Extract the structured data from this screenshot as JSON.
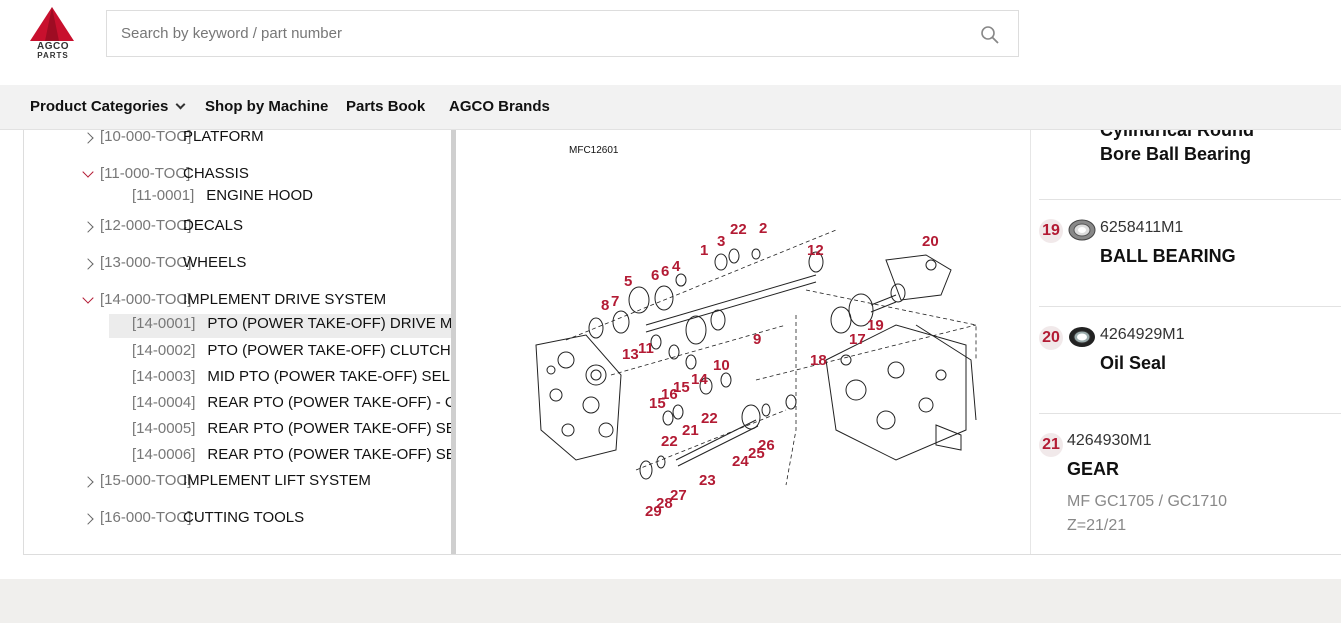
{
  "logo": {
    "line1": "AGCO",
    "line2": "PARTS",
    "color": "#c8102e"
  },
  "search": {
    "placeholder": "Search by keyword / part number"
  },
  "nav": {
    "items": [
      {
        "label": "Product Categories"
      },
      {
        "label": "Shop by Machine"
      },
      {
        "label": "Parts Book"
      },
      {
        "label": "AGCO Brands"
      }
    ]
  },
  "tree": {
    "rows": [
      {
        "code": "[10-000-TOC]",
        "name": "PLATFORM"
      },
      {
        "code": "[11-000-TOC]",
        "name": "CHASSIS"
      },
      {
        "code": "[11-0001]",
        "name": "ENGINE HOOD"
      },
      {
        "code": "[12-000-TOC]",
        "name": "DECALS"
      },
      {
        "code": "[13-000-TOC]",
        "name": "WHEELS"
      },
      {
        "code": "[14-000-TOC]",
        "name": "IMPLEMENT DRIVE SYSTEM"
      },
      {
        "code": "[14-0001]",
        "name": "PTO (POWER TAKE-OFF) DRIVE MECHA"
      },
      {
        "code": "[14-0002]",
        "name": "PTO (POWER TAKE-OFF) CLUTCH - (CO"
      },
      {
        "code": "[14-0003]",
        "name": "MID PTO (POWER TAKE-OFF) SELECTOI"
      },
      {
        "code": "[14-0004]",
        "name": "REAR PTO (POWER TAKE-OFF) - COVER"
      },
      {
        "code": "[14-0005]",
        "name": "REAR PTO (POWER TAKE-OFF) SELECTO"
      },
      {
        "code": "[14-0006]",
        "name": "REAR PTO (POWER TAKE-OFF) SELECTO"
      },
      {
        "code": "[15-000-TOC]",
        "name": "IMPLEMENT LIFT SYSTEM"
      },
      {
        "code": "[16-000-TOC]",
        "name": "CUTTING TOOLS"
      }
    ]
  },
  "diagram": {
    "ref": "MFC12601",
    "callouts": [
      "1",
      "2",
      "3",
      "22",
      "12",
      "20",
      "5",
      "6",
      "6",
      "4",
      "8",
      "7",
      "9",
      "17",
      "19",
      "18",
      "13",
      "11",
      "10",
      "15",
      "16",
      "15",
      "14",
      "22",
      "21",
      "22",
      "24",
      "25",
      "26",
      "23",
      "28",
      "27",
      "29"
    ]
  },
  "parts": {
    "cut_off_name": "Cylindrical Round",
    "partial_name": "Bore Ball Bearing",
    "items": [
      {
        "num": "19",
        "part_no": "6258411M1",
        "name": "BALL BEARING",
        "icon": "ball-bearing"
      },
      {
        "num": "20",
        "part_no": "4264929M1",
        "name": "Oil Seal",
        "icon": "oil-seal"
      },
      {
        "num": "21",
        "part_no": "4264930M1",
        "name": "GEAR",
        "desc1": "MF GC1705 / GC1710",
        "desc2": "Z=21/21"
      }
    ]
  },
  "colors": {
    "accent": "#b31b34",
    "nav_bg": "#f2f2f2",
    "footer_bg": "#f0efed"
  }
}
